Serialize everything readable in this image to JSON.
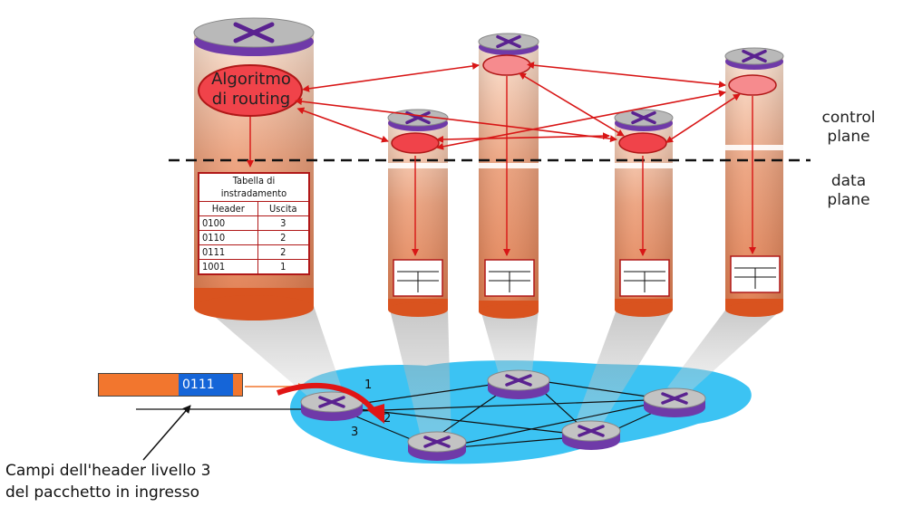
{
  "routing_box": {
    "line1": "Algoritmo",
    "line2": "di routing"
  },
  "table": {
    "title": "Tabella di instradamento",
    "headers": [
      "Header",
      "Uscita"
    ],
    "rows": [
      [
        "0100",
        "3"
      ],
      [
        "0110",
        "2"
      ],
      [
        "0111",
        "2"
      ],
      [
        "1001",
        "1"
      ]
    ]
  },
  "planes": {
    "control": "control\nplane",
    "data": "data\nplane"
  },
  "packet": {
    "header": "0111"
  },
  "ports": {
    "p1": "1",
    "p2": "2",
    "p3": "3"
  },
  "caption": {
    "line1": "Campi dell'header livello 3",
    "line2": "del pacchetto in ingresso"
  },
  "colors": {
    "arrow": "#d81616",
    "cloud": "#3cc3f3",
    "cylinder_top": "#f6d7c0",
    "cylinder_bottom": "#d9531f",
    "router_top": "#b9b9b9",
    "router_side": "#6f3aa8",
    "packet_body": "#f2762e",
    "packet_header": "#1565d8"
  }
}
